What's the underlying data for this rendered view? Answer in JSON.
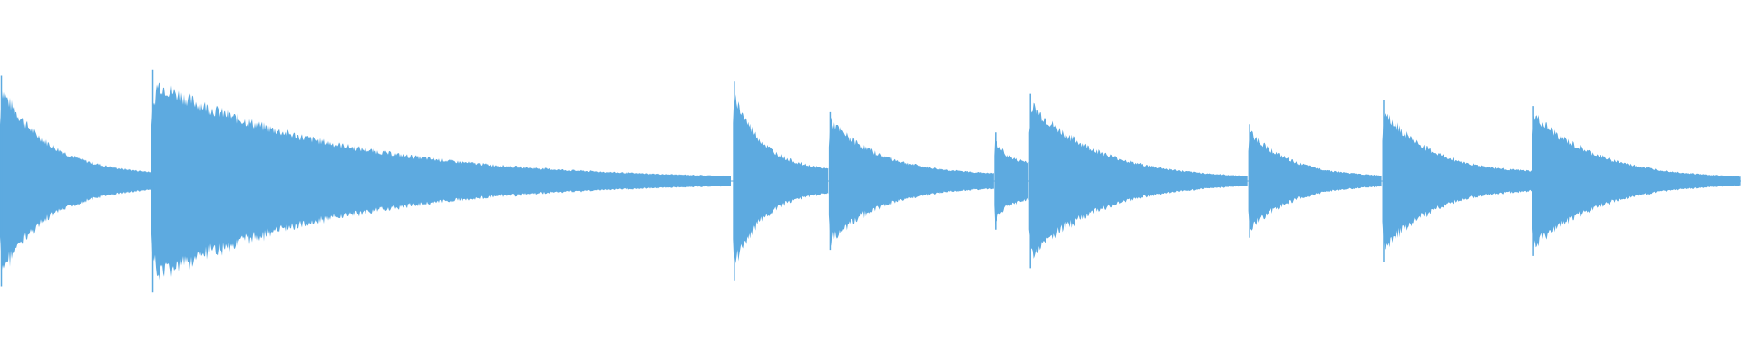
{
  "waveform": {
    "color": "#5DAAE0",
    "background": "#FFFFFF",
    "notes": [
      {
        "start": 0.0,
        "end": 0.087,
        "peak": 0.52,
        "tail": 0.03
      },
      {
        "start": 0.087,
        "end": 0.42,
        "peak": 0.55,
        "tail": 0.005
      },
      {
        "start": 0.421,
        "end": 0.476,
        "peak": 0.49,
        "tail": 0.05
      },
      {
        "start": 0.476,
        "end": 0.571,
        "peak": 0.34,
        "tail": 0.03
      },
      {
        "start": 0.571,
        "end": 0.591,
        "peak": 0.24,
        "tail": 0.1
      },
      {
        "start": 0.591,
        "end": 0.717,
        "peak": 0.43,
        "tail": 0.01
      },
      {
        "start": 0.717,
        "end": 0.794,
        "peak": 0.28,
        "tail": 0.02
      },
      {
        "start": 0.794,
        "end": 0.88,
        "peak": 0.4,
        "tail": 0.04
      },
      {
        "start": 0.88,
        "end": 1.0,
        "peak": 0.37,
        "tail": 0.01
      }
    ]
  }
}
